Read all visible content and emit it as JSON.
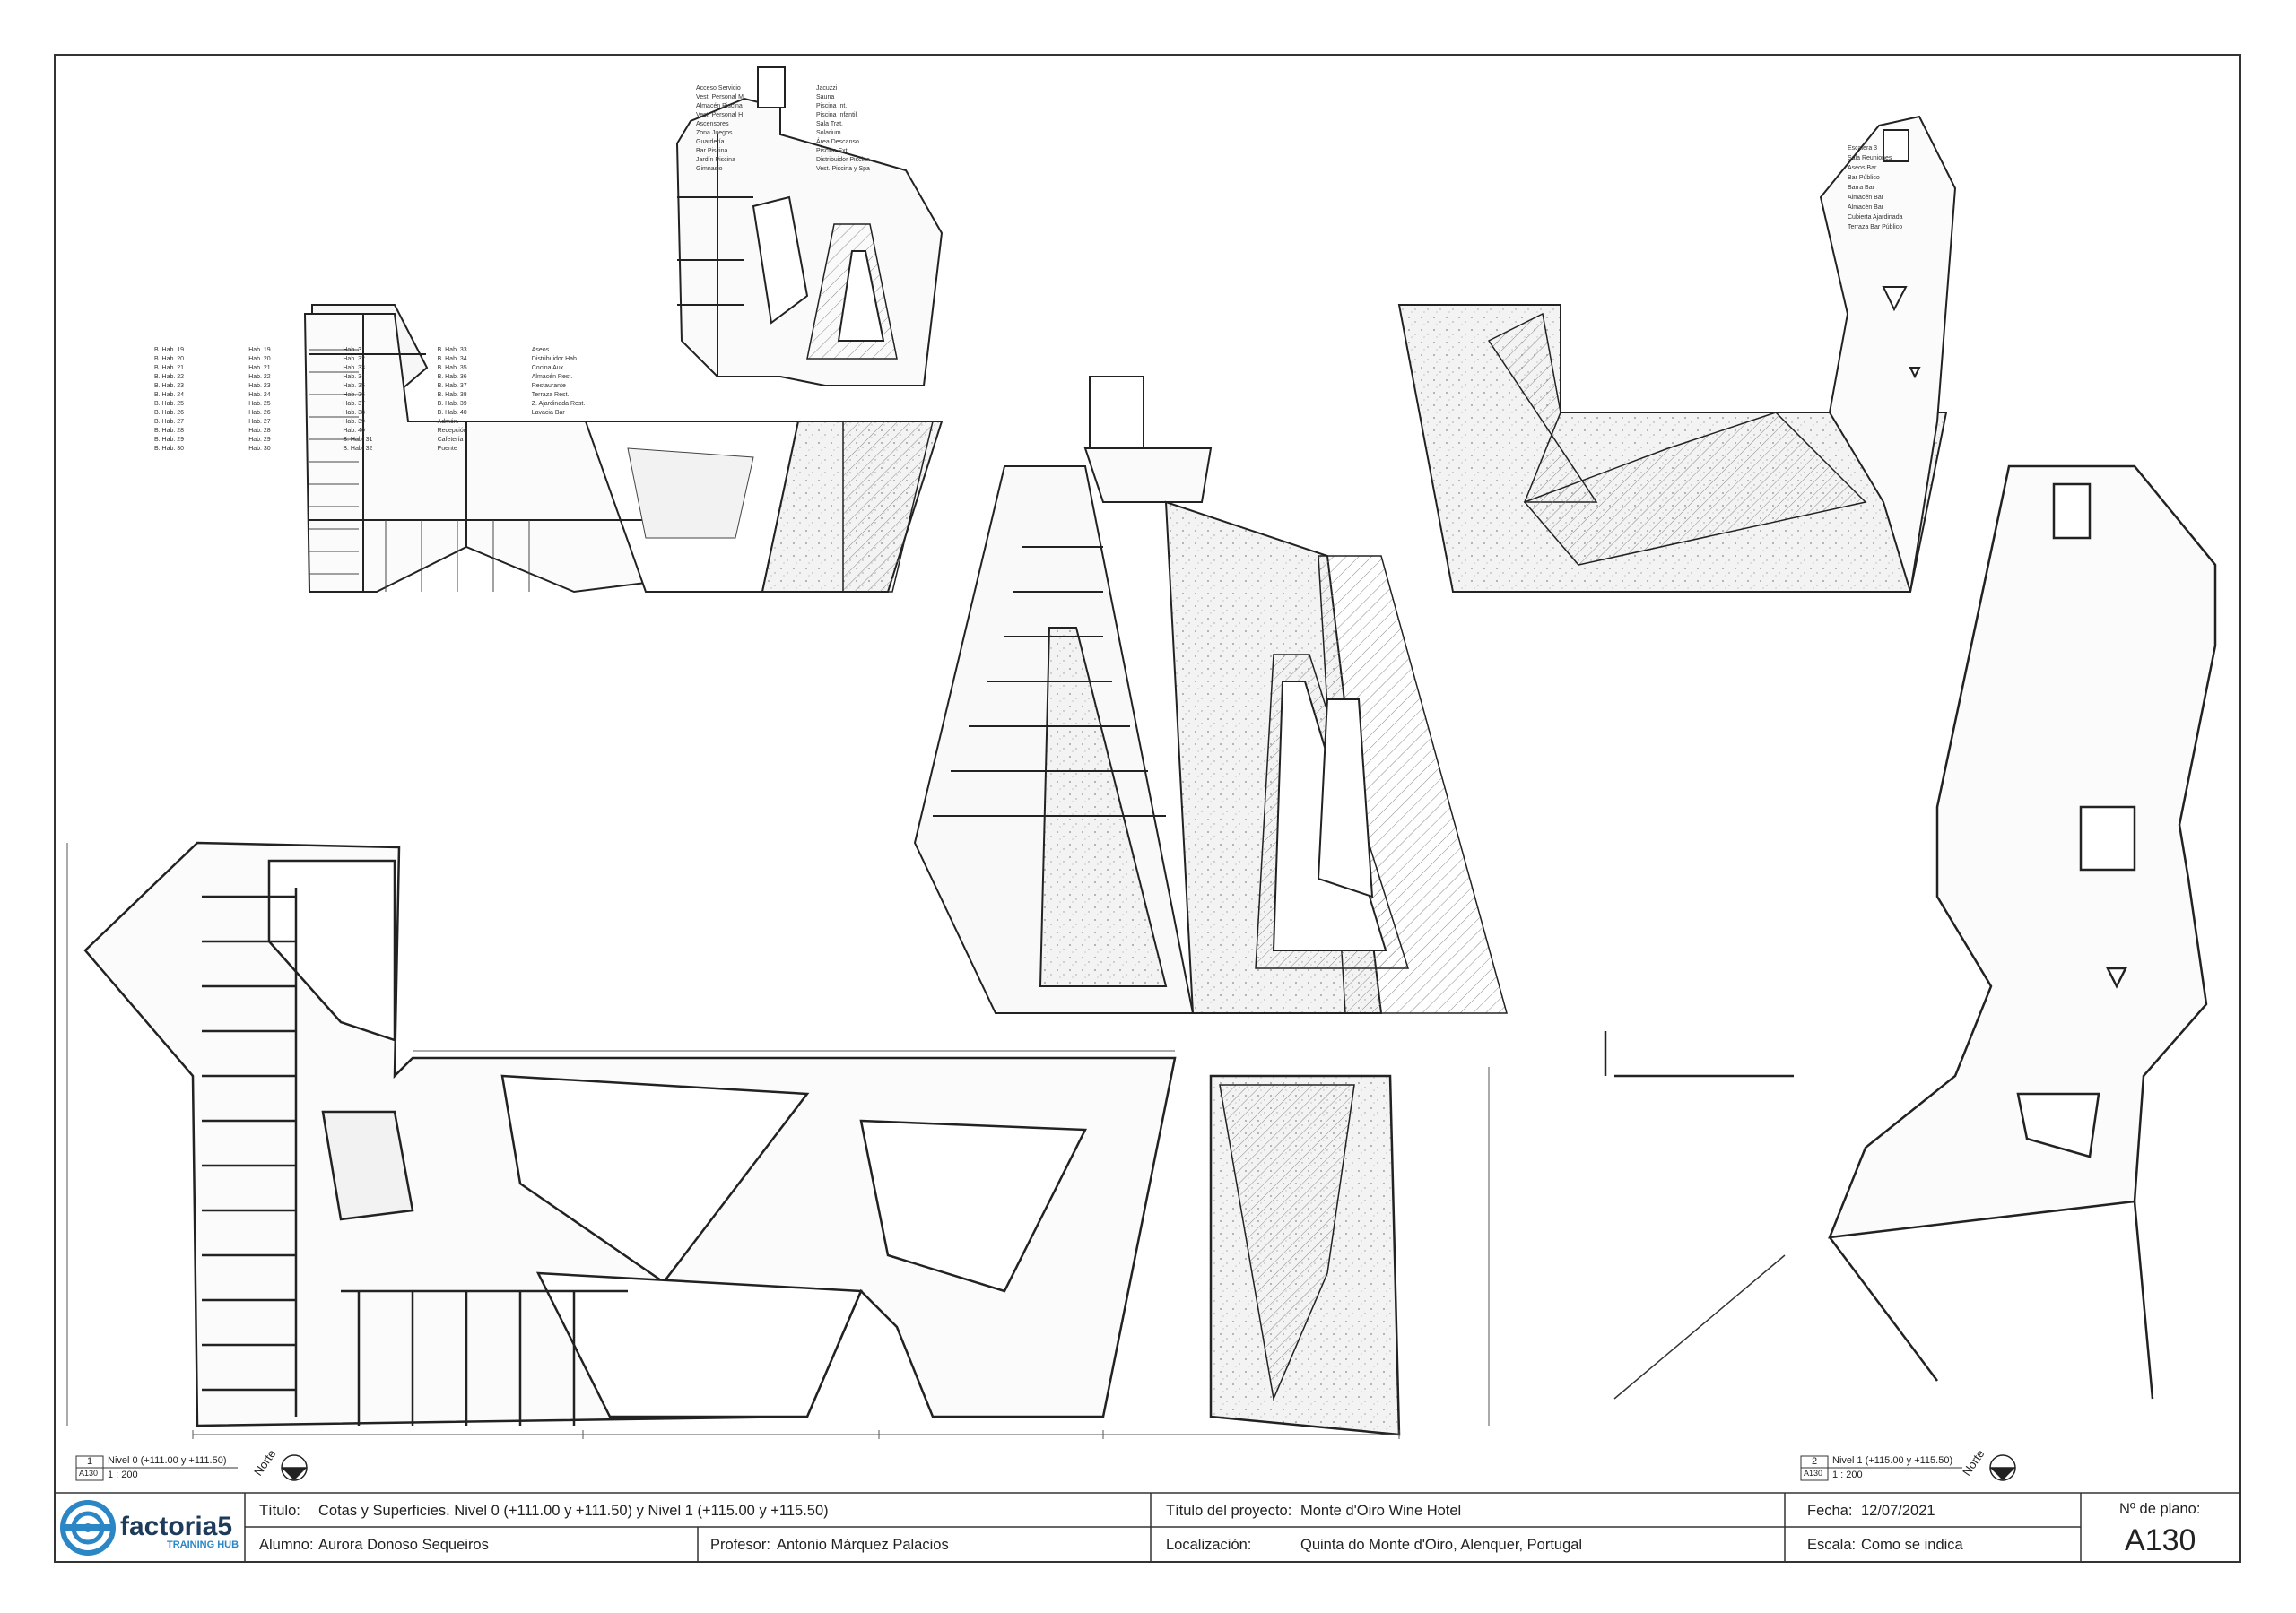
{
  "colors": {
    "line": "#222222",
    "hatch": "#777777",
    "fill_light": "#efefef",
    "brand_blue": "#2a86c5",
    "dim_red": "#d23b3b"
  },
  "views": {
    "v1": {
      "number": "1",
      "sheet": "A130",
      "title": "Nivel 0 (+111.00 y +111.50)",
      "scale": "1 : 200"
    },
    "v2": {
      "number": "2",
      "sheet": "A130",
      "title": "Nivel 1 (+115.00 y +115.50)",
      "scale": "1 : 200"
    },
    "north": "Norte"
  },
  "rooms_top_left": [
    "B. Hab. 19",
    "B. Hab. 20",
    "B. Hab. 21",
    "B. Hab. 22",
    "B. Hab. 23",
    "B. Hab. 24",
    "B. Hab. 25",
    "B. Hab. 26",
    "B. Hab. 27",
    "B. Hab. 28",
    "B. Hab. 29",
    "B. Hab. 30",
    "Hab. 19",
    "Hab. 20",
    "Hab. 21",
    "Hab. 22",
    "Hab. 23",
    "Hab. 24",
    "Hab. 25",
    "Hab. 26",
    "Hab. 27",
    "Hab. 28",
    "Hab. 29",
    "Hab. 30",
    "Hab. 31",
    "Hab. 32",
    "Hab. 33",
    "Hab. 34",
    "Hab. 35",
    "Hab. 36",
    "Hab. 37",
    "Hab. 38",
    "Hab. 39",
    "Hab. 40",
    "B. Hab. 31",
    "B. Hab. 32",
    "B. Hab. 33",
    "B. Hab. 34",
    "B. Hab. 35",
    "B. Hab. 36",
    "B. Hab. 37",
    "B. Hab. 38",
    "B. Hab. 39",
    "B. Hab. 40",
    "Admón.",
    "Recepción",
    "Cafetería",
    "Puente",
    "Aseos",
    "Distribuidor Hab.",
    "Cocina Aux.",
    "Almacén Rest.",
    "Restaurante",
    "Terraza Rest.",
    "Z. Ajardinada Rest.",
    "Lavacia Bar"
  ],
  "rooms_top_center": [
    "Acceso Servicio",
    "Vest. Personal M",
    "Almacén Piscina",
    "Vest. Personal H",
    "Ascensores",
    "Zona Juegos",
    "Guardería",
    "Bar Piscina",
    "Jardín Piscina",
    "Gimnasio",
    "Jacuzzi",
    "Sauna",
    "Piscina Int.",
    "Piscina Infantil",
    "Sala Trat.",
    "Solarium",
    "Área Descanso",
    "Piscina Ext.",
    "Distribuidor Piscina",
    "Vest. Piscina y Spa"
  ],
  "rooms_top_right": [
    "Escalera 3",
    "Sala Reuniones",
    "Aseos Bar",
    "Bar Público",
    "Barra Bar",
    "Almacén Bar",
    "Almacén Bar",
    "Cubierta Ajardinada",
    "Terraza Bar Público"
  ],
  "title_block": {
    "brand_main": "factoria5",
    "brand_sub": "TRAINING HUB",
    "titulo_label": "Título:",
    "titulo_value": "Cotas y Superficies. Nivel 0 (+111.00 y +111.50) y Nivel 1 (+115.00 y +115.50)",
    "alumno_label": "Alumno:",
    "alumno_value": "Aurora Donoso Sequeiros",
    "profesor_label": "Profesor:",
    "profesor_value": "Antonio Márquez Palacios",
    "proyecto_label": "Título del proyecto:",
    "proyecto_value": "Monte d'Oiro Wine Hotel",
    "localizacion_label": "Localización:",
    "localizacion_value": "Quinta do Monte d'Oiro, Alenquer, Portugal",
    "fecha_label": "Fecha:",
    "fecha_value": "12/07/2021",
    "escala_label": "Escala:",
    "escala_value": "Como se indica",
    "plano_label": "Nº de plano:",
    "plano_value": "A130"
  }
}
